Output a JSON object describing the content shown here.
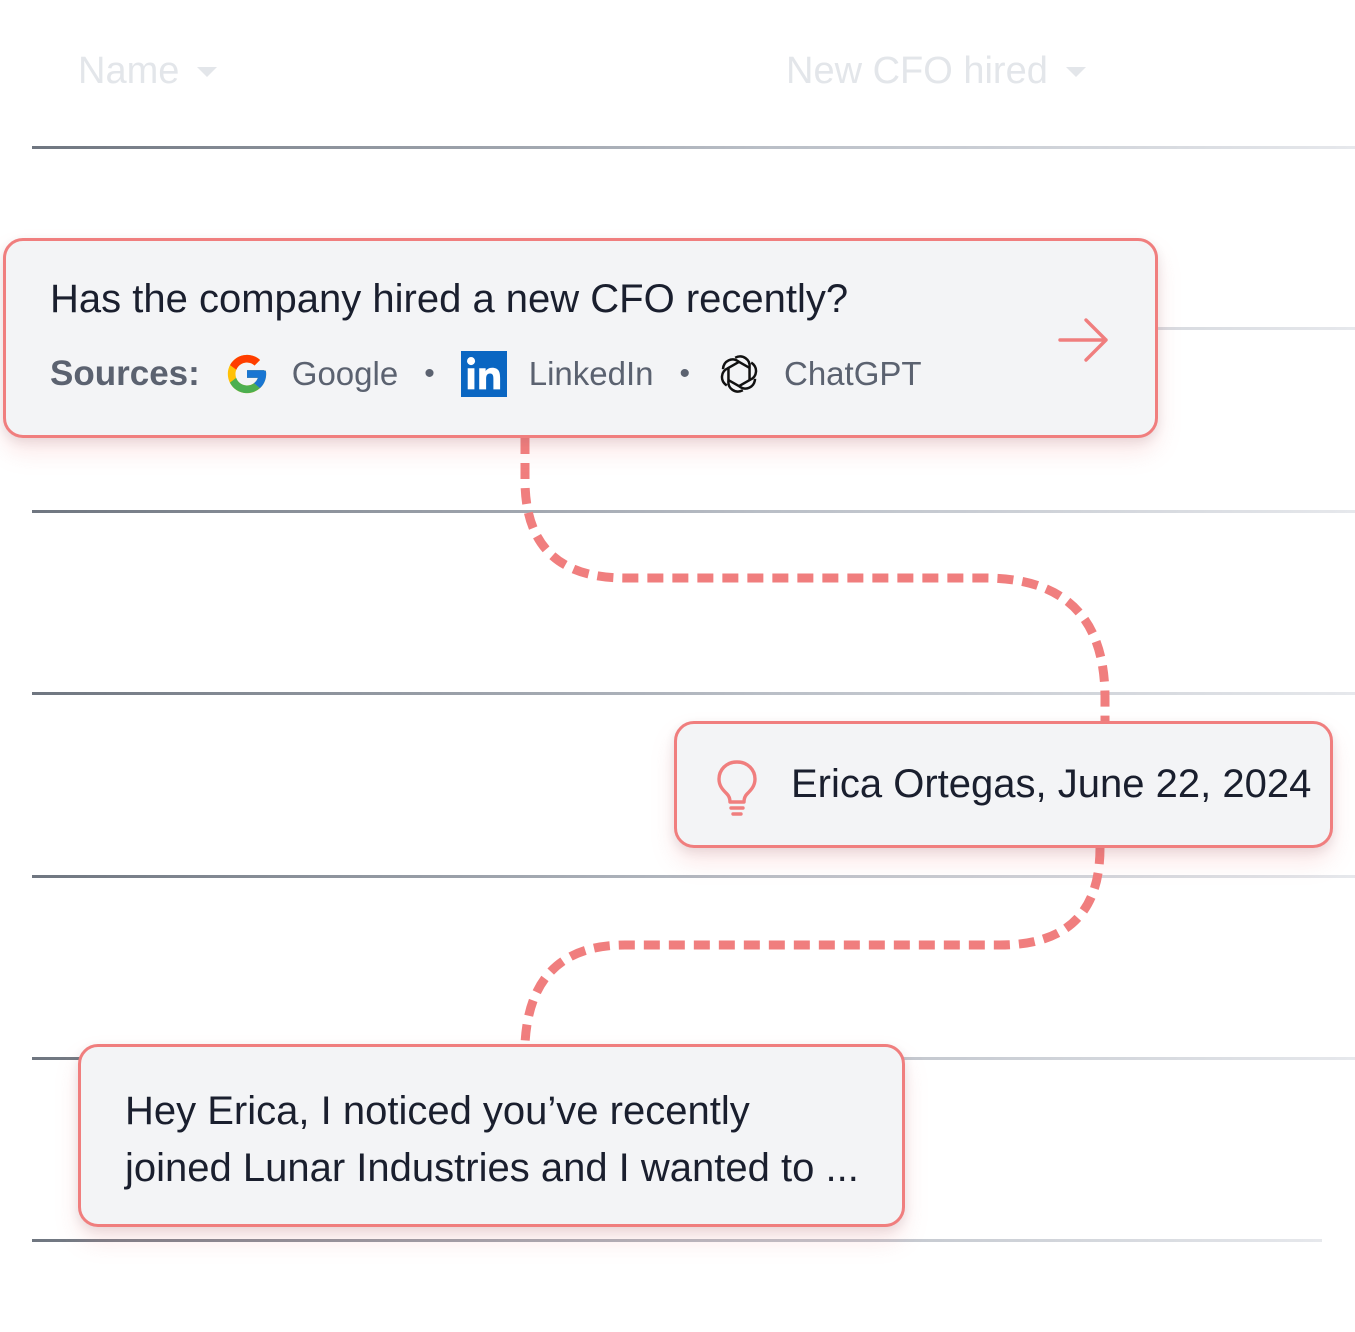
{
  "table": {
    "columns": [
      {
        "label": "Name"
      },
      {
        "label": "New CFO hired"
      }
    ]
  },
  "query_card": {
    "question": "Has the company hired a new CFO recently?",
    "sources_label": "Sources:",
    "sources": [
      {
        "name": "Google",
        "icon": "google-icon"
      },
      {
        "name": "LinkedIn",
        "icon": "linkedin-icon"
      },
      {
        "name": "ChatGPT",
        "icon": "chatgpt-icon"
      }
    ],
    "separator": "•",
    "action_icon": "arrow-right-icon"
  },
  "answer_card": {
    "icon": "lightbulb-icon",
    "text": "Erica Ortegas, June 22, 2024"
  },
  "message_card": {
    "lines": [
      "Hey Erica, I noticed you’ve recently",
      "joined Lunar Industries and I wanted to ..."
    ]
  },
  "colors": {
    "accent": "#f07e7e",
    "card_bg": "#f3f4f6",
    "text": "#1a1f2e",
    "muted": "#5b6270"
  }
}
